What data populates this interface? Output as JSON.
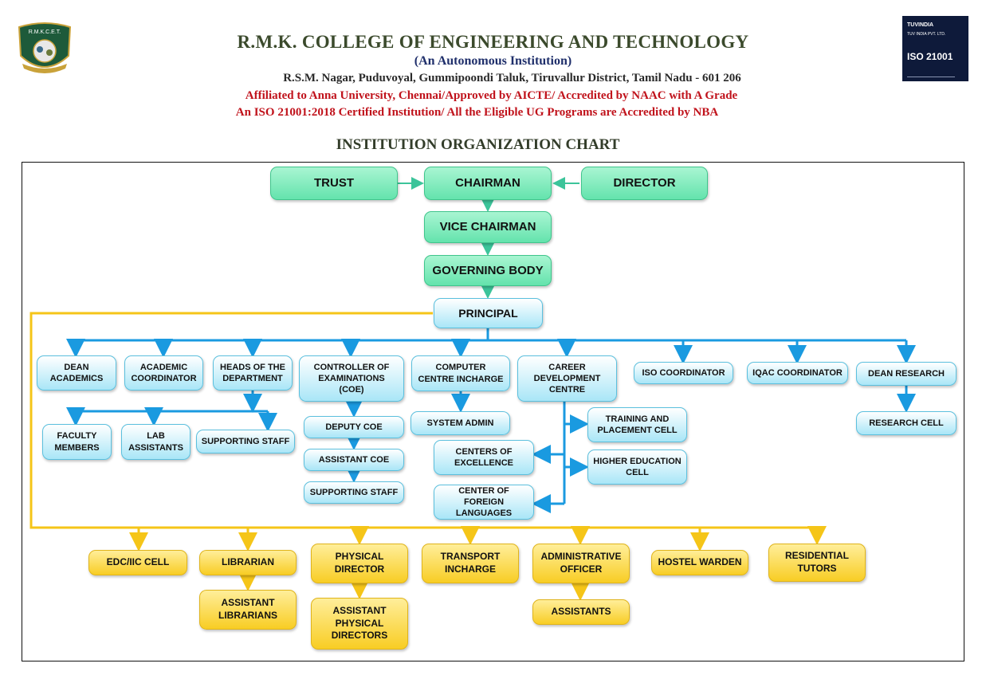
{
  "header": {
    "logo_text": "R.M.K.C.E.T.",
    "title": "R.M.K. COLLEGE OF ENGINEERING AND TECHNOLOGY",
    "subtitle": "(An Autonomous Institution)",
    "address": "R.S.M. Nagar, Puduvoyal, Gummipoondi Taluk, Tiruvallur District, Tamil Nadu - 601 206",
    "affiliation": "Affiliated to Anna University, Chennai/Approved by AICTE/ Accredited by NAAC with A Grade",
    "iso_line": "An ISO 21001:2018 Certified Institution/ All the Eligible UG Programs are Accredited by NBA",
    "chart_title": "INSTITUTION ORGANIZATION CHART"
  },
  "certificate": {
    "brand": "TUVINDIA",
    "company": "TUV INDIA PVT. LTD.",
    "standard": "ISO 21001"
  },
  "colors": {
    "green_line": "#3cc49a",
    "blue_line": "#1a9ae0",
    "yellow_line": "#f5c518"
  },
  "nodes": {
    "trust": "TRUST",
    "chairman": "CHAIRMAN",
    "director": "DIRECTOR",
    "vice_chairman": "VICE CHAIRMAN",
    "governing_body": "GOVERNING BODY",
    "principal": "PRINCIPAL",
    "dean_academics": "DEAN ACADEMICS",
    "academic_coordinator": "ACADEMIC COORDINATOR",
    "heads_of_department": "HEADS OF THE DEPARTMENT",
    "coe": "CONTROLLER OF EXAMINATIONS (COE)",
    "computer_centre": "COMPUTER CENTRE INCHARGE",
    "career_development": "CAREER DEVELOPMENT CENTRE",
    "iso_coordinator": "ISO COORDINATOR",
    "iqac_coordinator": "IQAC COORDINATOR",
    "dean_research": "DEAN RESEARCH",
    "faculty_members": "FACULTY MEMBERS",
    "lab_assistants": "LAB ASSISTANTS",
    "supporting_staff_hod": "SUPPORTING STAFF",
    "deputy_coe": "DEPUTY COE",
    "assistant_coe": "ASSISTANT COE",
    "supporting_staff_coe": "SUPPORTING STAFF",
    "system_admin": "SYSTEM ADMIN",
    "training_placement": "TRAINING AND PLACEMENT CELL",
    "centers_excellence": "CENTERS OF EXCELLENCE",
    "higher_education": "HIGHER EDUCATION CELL",
    "foreign_languages": "CENTER OF FOREIGN LANGUAGES",
    "research_cell": "RESEARCH CELL",
    "edc_iic": "EDC/IIC CELL",
    "librarian": "LIBRARIAN",
    "physical_director": "PHYSICAL DIRECTOR",
    "transport": "TRANSPORT INCHARGE",
    "admin_officer": "ADMINISTRATIVE OFFICER",
    "hostel_warden": "HOSTEL WARDEN",
    "residential_tutors": "RESIDENTIAL TUTORS",
    "assistant_librarians": "ASSISTANT LIBRARIANS",
    "assistant_physical_directors": "ASSISTANT PHYSICAL DIRECTORS",
    "assistants": "ASSISTANTS"
  }
}
